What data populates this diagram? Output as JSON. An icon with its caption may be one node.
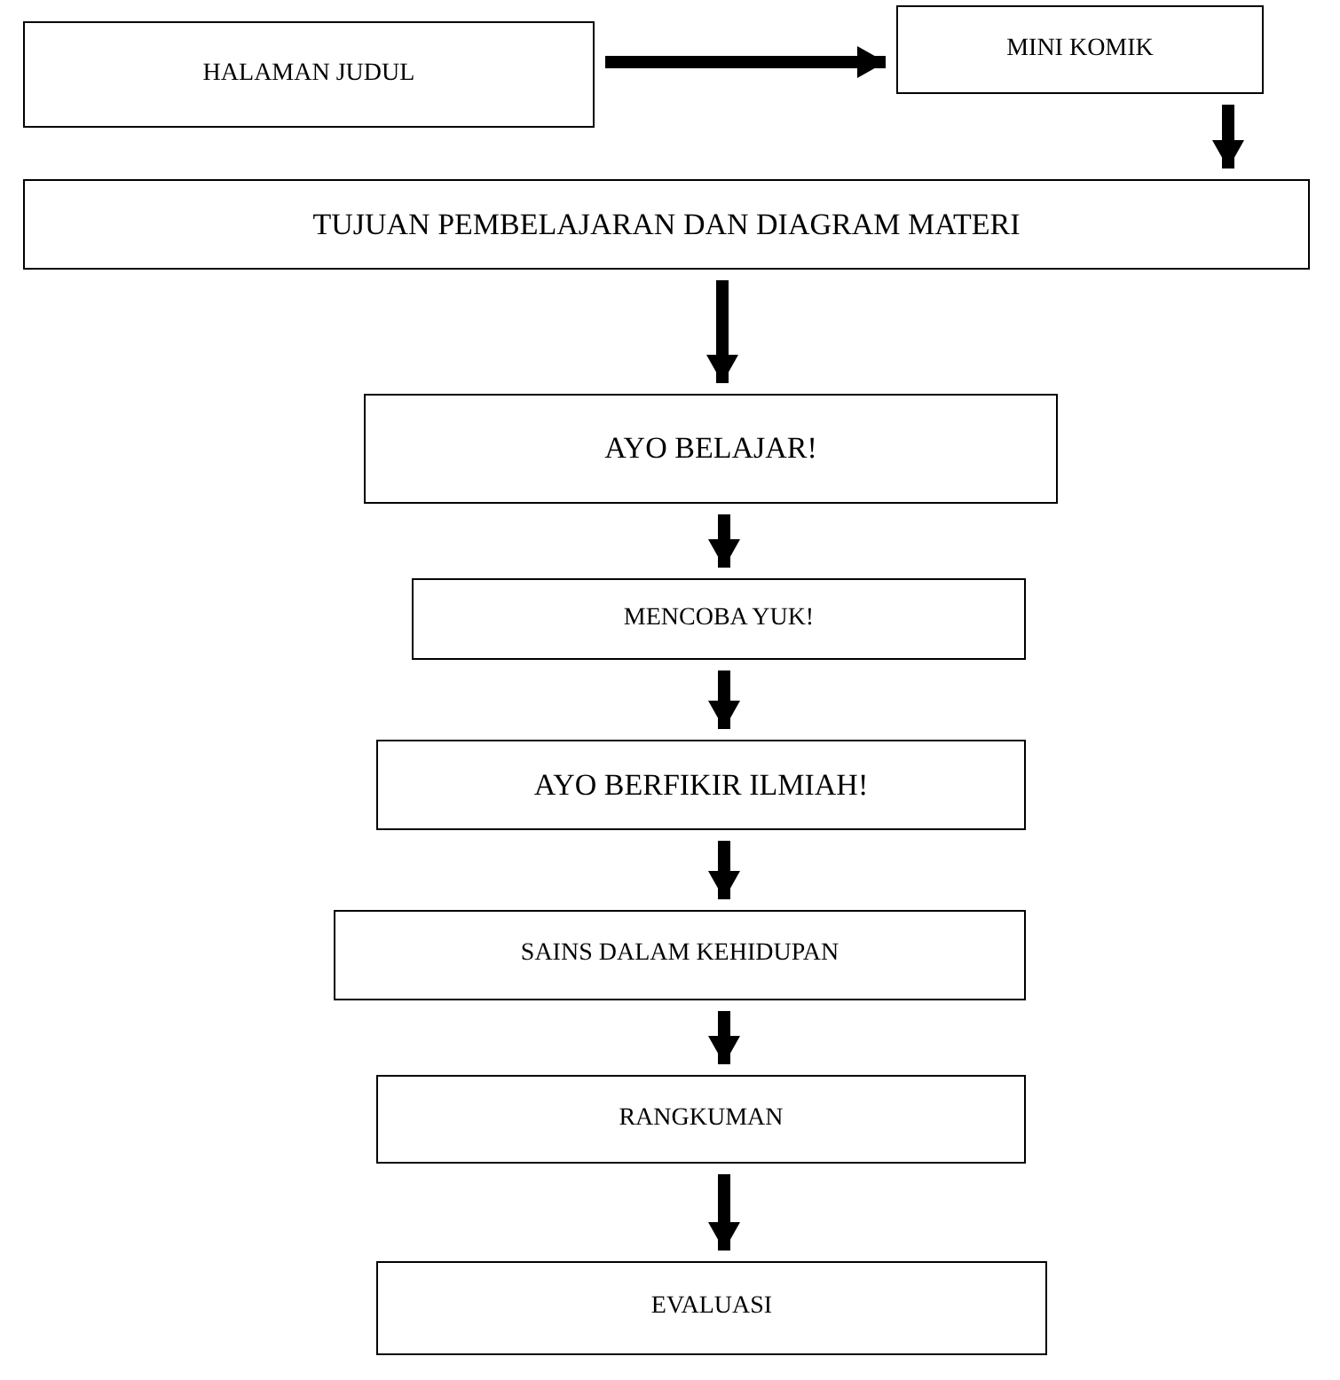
{
  "diagram": {
    "nodes": [
      {
        "text": [
          "HALAMAN JUDUL"
        ]
      },
      {
        "text": [
          "MINI KOMIK"
        ]
      },
      {
        "text": [
          "TUJUAN PEMBELAJARAN DAN DIAGRAM MATERI"
        ]
      },
      {
        "text": [
          "AYO BELAJAR!"
        ]
      },
      {
        "text": [
          "MENCOBA YUK!"
        ]
      },
      {
        "text": [
          "AYO BERFIKIR ILMIAH!"
        ]
      },
      {
        "text": [
          "SAINS DALAM KEHIDUPAN"
        ]
      },
      {
        "text": [
          "RANGKUMAN"
        ]
      },
      {
        "text": [
          "EVALUASI"
        ]
      }
    ],
    "edges": [
      {
        "from": 0,
        "to": 1,
        "arrow": "to"
      },
      {
        "from": 1,
        "to": 2,
        "arrow": "to"
      },
      {
        "from": 2,
        "to": 3,
        "arrow": "to"
      },
      {
        "from": 3,
        "to": 4,
        "arrow": "to"
      },
      {
        "from": 4,
        "to": 5,
        "arrow": "to"
      },
      {
        "from": 5,
        "to": 6,
        "arrow": "to"
      },
      {
        "from": 6,
        "to": 7,
        "arrow": "to"
      },
      {
        "from": 7,
        "to": 8,
        "arrow": "to"
      }
    ]
  }
}
